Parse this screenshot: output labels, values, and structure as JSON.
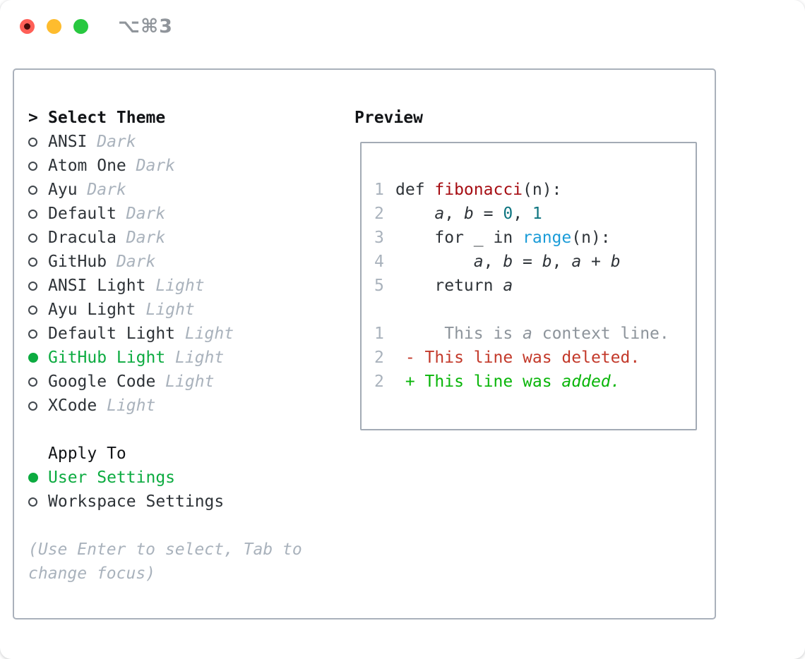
{
  "window": {
    "title_shortcut": "⌥⌘3",
    "traffic_lights": [
      "close",
      "minimize",
      "zoom"
    ]
  },
  "icons": {
    "cursor": ">",
    "radio_unselected": "○",
    "radio_selected": "●"
  },
  "colors": {
    "accent_green": "#0cab40",
    "diff_add_green": "#09b509",
    "diff_del_red": "#c3392a",
    "func_red": "#a60d13",
    "builtin_blue": "#1b9cd8",
    "number_teal": "#0e7580",
    "ink": "#2e3338",
    "heading_ink": "#121417",
    "muted_gray": "#a9b2bc",
    "context_gray": "#8d949b",
    "border_gray": "#aab1bb",
    "preview_border": "#a3abb5",
    "title_gray": "#90959b",
    "traffic_red": "#ff5f57",
    "traffic_red_dot": "#470c0a",
    "traffic_yellow": "#febc2e",
    "traffic_green": "#28c840"
  },
  "theme_panel": {
    "header": {
      "marker": ">",
      "label": "Select Theme"
    },
    "items": [
      {
        "name": "ANSI",
        "variant": "Dark",
        "selected": false
      },
      {
        "name": "Atom One",
        "variant": "Dark",
        "selected": false
      },
      {
        "name": "Ayu",
        "variant": "Dark",
        "selected": false
      },
      {
        "name": "Default",
        "variant": "Dark",
        "selected": false
      },
      {
        "name": "Dracula",
        "variant": "Dark",
        "selected": false
      },
      {
        "name": "GitHub",
        "variant": "Dark",
        "selected": false
      },
      {
        "name": "ANSI Light",
        "variant": "Light",
        "selected": false
      },
      {
        "name": "Ayu Light",
        "variant": "Light",
        "selected": false
      },
      {
        "name": "Default Light",
        "variant": "Light",
        "selected": false
      },
      {
        "name": "GitHub Light",
        "variant": "Light",
        "selected": true
      },
      {
        "name": "Google Code",
        "variant": "Light",
        "selected": false
      },
      {
        "name": "XCode",
        "variant": "Light",
        "selected": false
      }
    ],
    "apply_to": {
      "label": "Apply To",
      "options": [
        {
          "name": "User Settings",
          "selected": true
        },
        {
          "name": "Workspace Settings",
          "selected": false
        }
      ]
    },
    "hint_lines": [
      "(Use Enter to select, Tab to",
      "change focus)"
    ]
  },
  "preview": {
    "label": "Preview",
    "lines": [
      {
        "num": "1",
        "segments": [
          {
            "t": "def ",
            "s": "plain"
          },
          {
            "t": "fibonacci",
            "s": "func"
          },
          {
            "t": "(n):",
            "s": "plain"
          }
        ]
      },
      {
        "num": "2",
        "segments": [
          {
            "t": "    ",
            "s": "plain"
          },
          {
            "t": "a",
            "s": "var"
          },
          {
            "t": ", ",
            "s": "plain"
          },
          {
            "t": "b",
            "s": "var"
          },
          {
            "t": " = ",
            "s": "plain"
          },
          {
            "t": "0",
            "s": "numlit"
          },
          {
            "t": ", ",
            "s": "plain"
          },
          {
            "t": "1",
            "s": "numlit"
          }
        ]
      },
      {
        "num": "3",
        "segments": [
          {
            "t": "    for _ in ",
            "s": "plain"
          },
          {
            "t": "range",
            "s": "builtin"
          },
          {
            "t": "(n):",
            "s": "plain"
          }
        ]
      },
      {
        "num": "4",
        "segments": [
          {
            "t": "        ",
            "s": "plain"
          },
          {
            "t": "a",
            "s": "var"
          },
          {
            "t": ", ",
            "s": "plain"
          },
          {
            "t": "b",
            "s": "var"
          },
          {
            "t": " = ",
            "s": "plain"
          },
          {
            "t": "b",
            "s": "var"
          },
          {
            "t": ", ",
            "s": "plain"
          },
          {
            "t": "a",
            "s": "var"
          },
          {
            "t": " + ",
            "s": "plain"
          },
          {
            "t": "b",
            "s": "var"
          }
        ]
      },
      {
        "num": "5",
        "segments": [
          {
            "t": "    return ",
            "s": "plain"
          },
          {
            "t": "a",
            "s": "var"
          }
        ]
      },
      {
        "num": "",
        "segments": []
      },
      {
        "num": "1",
        "segments": [
          {
            "t": "     This is ",
            "s": "context"
          },
          {
            "t": "a",
            "s": "context-var"
          },
          {
            "t": " context line.",
            "s": "context"
          }
        ]
      },
      {
        "num": "2",
        "segments": [
          {
            "t": " - This line was deleted.",
            "s": "del"
          }
        ]
      },
      {
        "num": "2",
        "segments": [
          {
            "t": " + This line was ",
            "s": "add"
          },
          {
            "t": "added.",
            "s": "add-var"
          }
        ]
      }
    ]
  }
}
